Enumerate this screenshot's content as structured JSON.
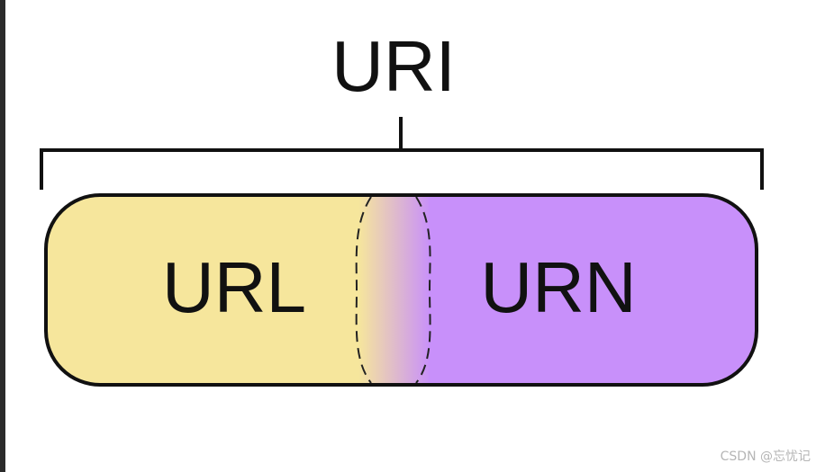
{
  "diagram": {
    "title": "URI",
    "left_label": "URL",
    "right_label": "URN"
  },
  "colors": {
    "url_fill": "#f6e69c",
    "urn_fill": "#c890fa",
    "stroke": "#111111"
  },
  "watermark": "CSDN @忘忧记"
}
